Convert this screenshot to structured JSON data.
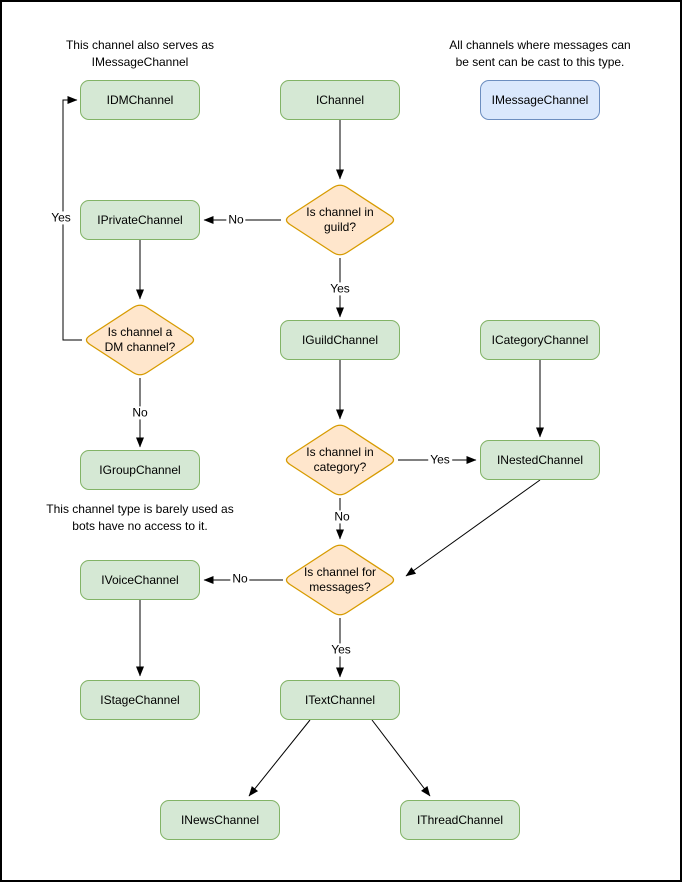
{
  "diagram": {
    "notes": {
      "dm_note": "This channel also serves as\nIMessageChannel",
      "message_note": "All channels where messages can\nbe sent can be cast to this type.",
      "group_note": "This channel type is barely used as\nbots have no access to it."
    },
    "nodes": {
      "ichannel": "IChannel",
      "idm": "IDMChannel",
      "imessage": "IMessageChannel",
      "iprivate": "IPrivateChannel",
      "iguild": "IGuildChannel",
      "icategory": "ICategoryChannel",
      "igroup": "IGroupChannel",
      "inested": "INestedChannel",
      "ivoice": "IVoiceChannel",
      "istage": "IStageChannel",
      "itext": "ITextChannel",
      "inews": "INewsChannel",
      "ithread": "IThreadChannel"
    },
    "decisions": {
      "in_guild": "Is channel in\nguild?",
      "is_dm": "Is channel a\nDM channel?",
      "in_category": "Is channel in\ncategory?",
      "for_messages": "Is channel for\nmessages?"
    },
    "edge_labels": {
      "guild_no": "No",
      "guild_yes": "Yes",
      "dm_yes": "Yes",
      "dm_no": "No",
      "category_yes": "Yes",
      "category_no": "No",
      "messages_no": "No",
      "messages_yes": "Yes"
    },
    "colors": {
      "node_fill": "#d5e8d4",
      "node_stroke": "#82b366",
      "decision_fill": "#ffe6cc",
      "decision_stroke": "#d79b00",
      "message_fill": "#dae8fc",
      "message_stroke": "#6c8ebf",
      "connector": "#000000",
      "background": "#ffffff",
      "frame_border": "#000000"
    }
  }
}
